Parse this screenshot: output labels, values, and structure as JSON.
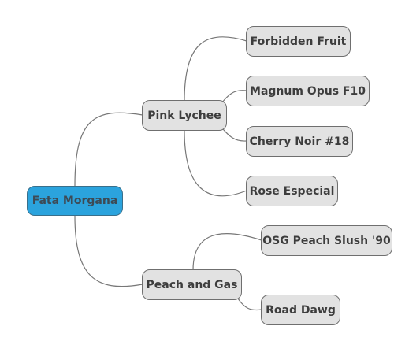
{
  "mindmap": {
    "root": {
      "label": "Fata Morgana",
      "color": "#2ba3dd"
    },
    "branches": [
      {
        "label": "Pink Lychee",
        "children": [
          "Forbidden Fruit",
          "Magnum Opus F10",
          "Cherry Noir #18",
          "Rose Especial"
        ]
      },
      {
        "label": "Peach and Gas",
        "children": [
          "OSG Peach Slush '90",
          "Road Dawg"
        ]
      }
    ],
    "node_color": "#e2e2e2",
    "connector_color": "#777777"
  }
}
